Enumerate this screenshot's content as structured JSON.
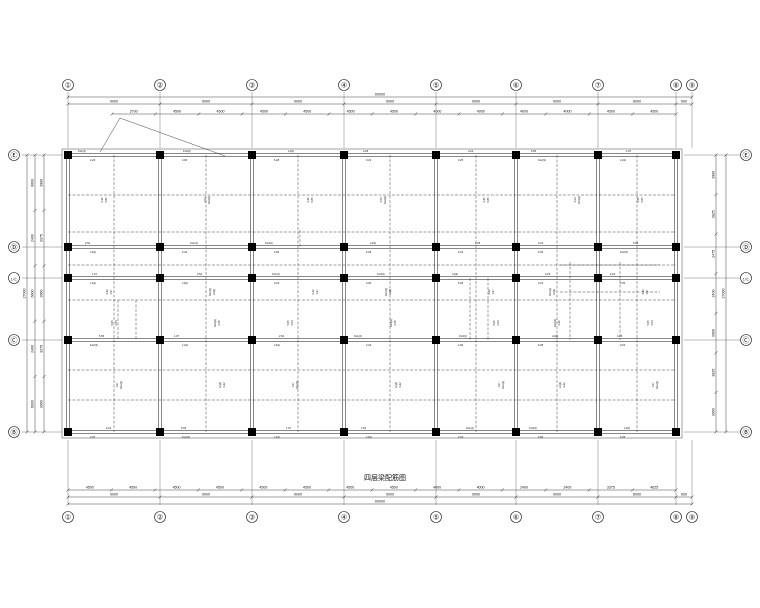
{
  "drawing": {
    "title": "四层梁配筋图",
    "colors": {
      "line": "#111111",
      "faint": "#555555",
      "column": "#000000"
    }
  },
  "axes": {
    "x": [
      {
        "label": "①"
      },
      {
        "label": "②"
      },
      {
        "label": "③"
      },
      {
        "label": "④"
      },
      {
        "label": "⑤"
      },
      {
        "label": "⑥"
      },
      {
        "label": "⑦"
      },
      {
        "label": "⑧"
      },
      {
        "label": "⑨"
      }
    ],
    "y": [
      {
        "label": "Ⓔ"
      },
      {
        "label": "Ⓓ"
      },
      {
        "label": "1/Ⓒ"
      },
      {
        "label": "Ⓒ"
      },
      {
        "label": "Ⓑ"
      }
    ]
  },
  "dimensions": {
    "top_total": "60000",
    "top_bays": [
      "9000",
      "9000",
      "9000",
      "9000",
      "9000",
      "9000",
      "6000",
      "600"
    ],
    "top_sub": [
      "2700",
      "4500",
      "4500",
      "4500",
      "4500",
      "4500",
      "4500",
      "4000",
      "4000",
      "4000",
      "4000",
      "4500",
      "4500"
    ],
    "bottom_sub": [
      "4500",
      "4500",
      "4500",
      "4500",
      "4500",
      "4500",
      "4500",
      "4500",
      "4000",
      "4000",
      "2400",
      "2400",
      "3375",
      "4625"
    ],
    "bottom_bays": [
      "9000",
      "9000",
      "9000",
      "9000",
      "9000",
      "9000",
      "6000",
      "600"
    ],
    "bottom_total": "60000",
    "left_bays": [
      "6600",
      "2400",
      "6600",
      "2400",
      "6600"
    ],
    "left_sub": [
      "3960",
      "3375",
      "3960",
      "3375",
      "3960"
    ],
    "left_total": "27000",
    "right_bays": [
      "3960",
      "3825",
      "2475",
      "2400",
      "3960",
      "3825",
      "3960"
    ],
    "right_total": "27000"
  },
  "beam_labels": [
    "KL1(2)",
    "KL2(3)",
    "KL3(2)",
    "L1(1)",
    "L2(2)",
    "L3(1)",
    "4-25",
    "2-20",
    "3-22",
    "4.96",
    "5.65",
    "6.28",
    "1.97",
    "0.23",
    "2.54",
    "3.25"
  ]
}
